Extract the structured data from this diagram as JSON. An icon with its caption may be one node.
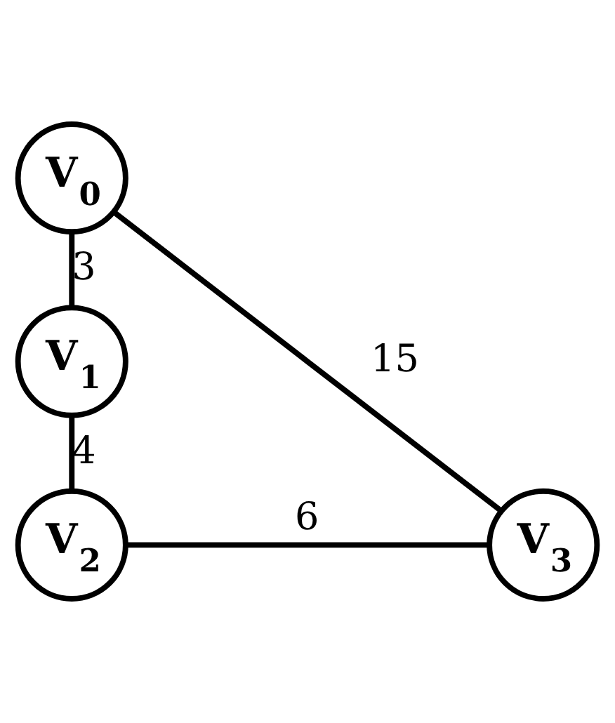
{
  "diagram": {
    "nodes": [
      {
        "text": [
          "V$_{0}$"
        ]
      },
      {
        "text": [
          "V$_{1}$"
        ]
      },
      {
        "text": [
          "V$_{2}$"
        ]
      },
      {
        "text": [
          "V$_{3}$"
        ]
      }
    ],
    "edges": [
      {
        "from": 0,
        "to": 1,
        "arrow": "none",
        "label": "3"
      },
      {
        "from": 1,
        "to": 2,
        "arrow": "none",
        "label": "4"
      },
      {
        "from": 2,
        "to": 3,
        "arrow": "none",
        "label": "6"
      },
      {
        "from": 0,
        "to": 3,
        "arrow": "none",
        "label": "15"
      }
    ]
  }
}
